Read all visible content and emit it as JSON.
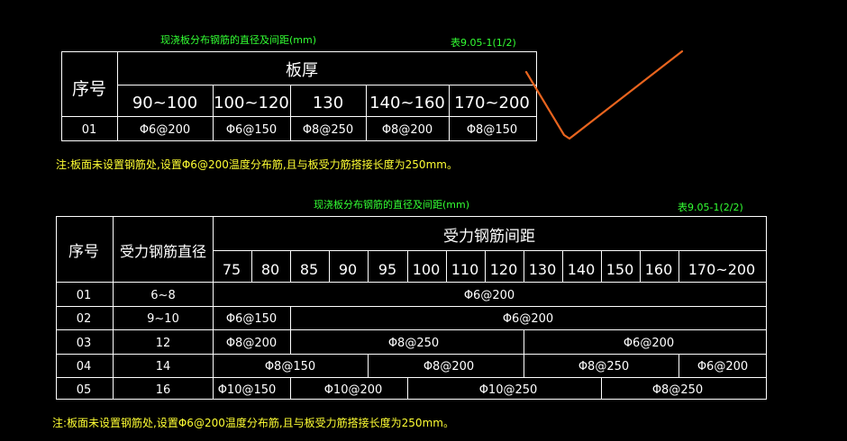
{
  "table1": {
    "title": "现浇板分布钢筋的直径及间距(mm)",
    "ref": "表9.05-1(1/2)",
    "header_no": "序号",
    "header_thick": "板厚",
    "ranges": [
      "90~100",
      "100~120",
      "130",
      "140~160",
      "170~200"
    ],
    "row_no": "01",
    "row_values": [
      "Φ6@200",
      "Φ6@150",
      "Φ8@250",
      "Φ8@200",
      "Φ8@150"
    ],
    "note": "注:板面未设置钢筋处,设置Φ6@200温度分布筋,且与板受力筋搭接长度为250mm。"
  },
  "table2": {
    "title": "现浇板分布钢筋的直径及间距(mm)",
    "ref": "表9.05-1(2/2)",
    "header_no": "序号",
    "header_dia": "受力钢筋直径",
    "header_spacing": "受力钢筋间距",
    "spacings": [
      "75",
      "80",
      "85",
      "90",
      "95",
      "100",
      "110",
      "120",
      "130",
      "140",
      "150",
      "160",
      "170~200"
    ],
    "rows": [
      {
        "no": "01",
        "dia": "6~8",
        "cells": [
          "Φ6@200"
        ]
      },
      {
        "no": "02",
        "dia": "9~10",
        "cells": [
          "Φ6@150",
          "Φ6@200"
        ]
      },
      {
        "no": "03",
        "dia": "12",
        "cells": [
          "Φ8@200",
          "Φ8@250",
          "Φ6@200"
        ]
      },
      {
        "no": "04",
        "dia": "14",
        "cells": [
          "Φ8@150",
          "Φ8@200",
          "Φ8@250",
          "Φ6@200"
        ]
      },
      {
        "no": "05",
        "dia": "16",
        "cells": [
          "Φ10@150",
          "Φ10@200",
          "Φ10@250",
          "Φ8@250"
        ]
      }
    ],
    "note": "注:板面未设置钢筋处,设置Φ6@200温度分布筋,且与板受力筋搭接长度为250mm。"
  },
  "colors": {
    "lines": "#ffffff",
    "caption": "#33ff33",
    "note": "#ffff33",
    "mark": "#e8641e"
  }
}
